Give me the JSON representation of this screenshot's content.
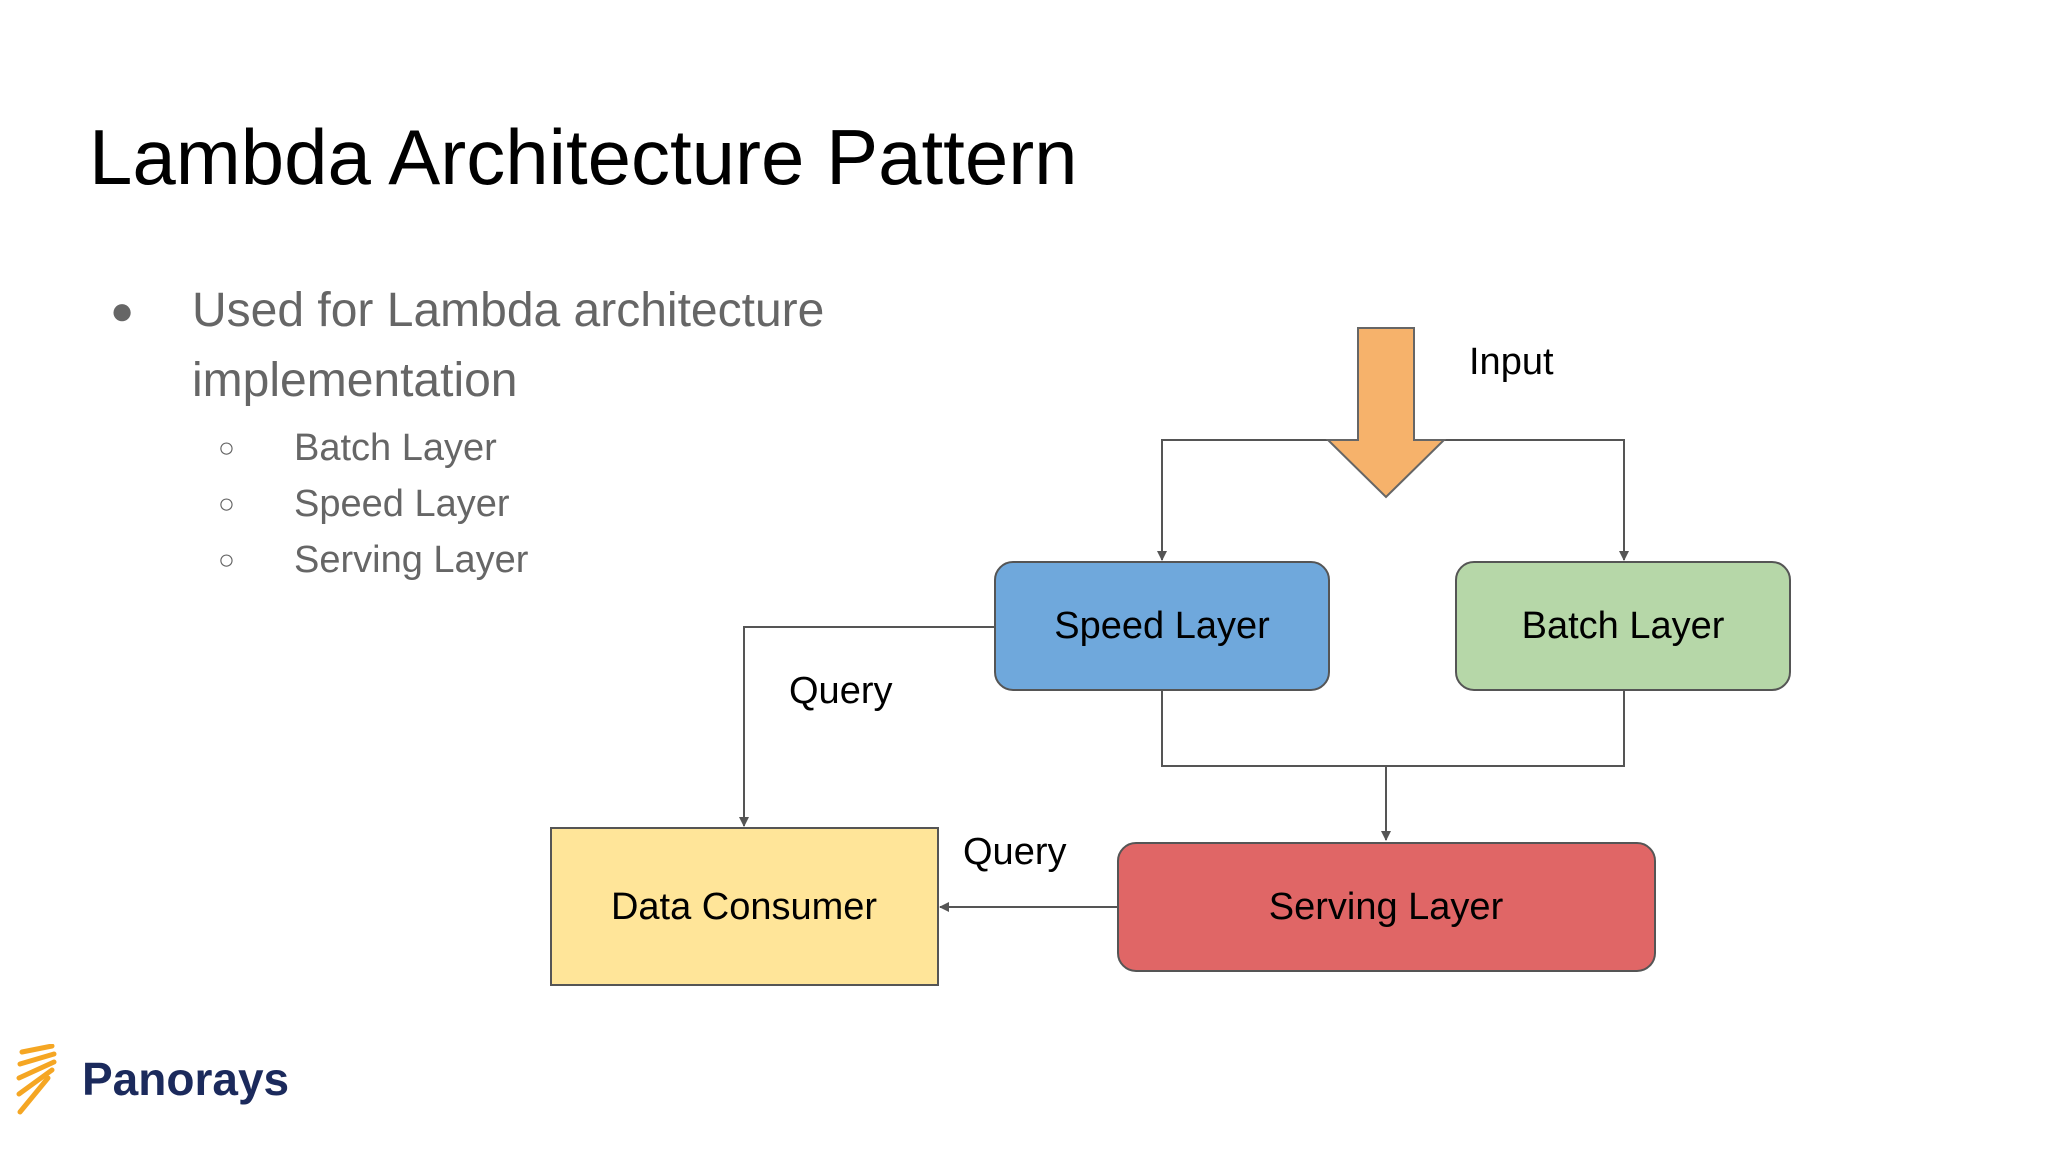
{
  "slide": {
    "title": "Lambda Architecture Pattern",
    "bullet": "Used for Lambda architecture implementation",
    "sub_bullets": [
      "Batch Layer",
      "Speed Layer",
      "Serving Layer"
    ],
    "bullet_marker": "●",
    "sub_bullet_marker": "○"
  },
  "diagram": {
    "input_label": "Input",
    "query_label_1": "Query",
    "query_label_2": "Query",
    "nodes": {
      "speed": "Speed Layer",
      "batch": "Batch Layer",
      "serving": "Serving Layer",
      "consumer": "Data Consumer"
    }
  },
  "logo": {
    "text": "Panorays"
  },
  "colors": {
    "input_arrow": "#f6b26b",
    "speed": "#6fa8dc",
    "batch": "#b6d7a8",
    "serving": "#e06666",
    "consumer": "#ffe599",
    "text": "#000000",
    "bullet_text": "#666666",
    "logo_text": "#1b2a5c",
    "logo_mark": "#f5a623"
  }
}
